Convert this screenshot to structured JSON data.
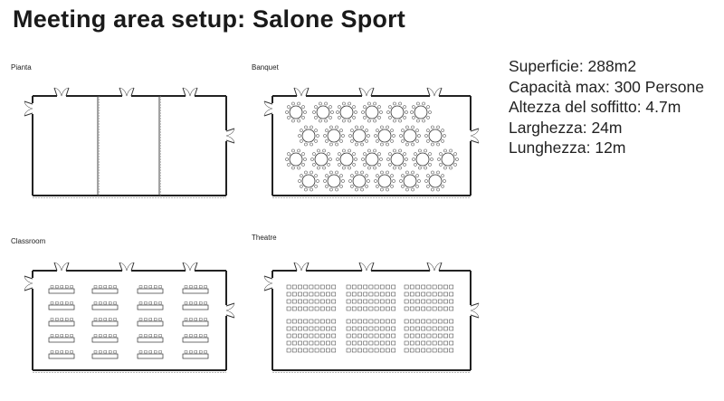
{
  "title": "Meeting area setup: Salone Sport",
  "plans": [
    {
      "key": "pianta",
      "label": "Pianta"
    },
    {
      "key": "banquet",
      "label": "Banquet"
    },
    {
      "key": "classroom",
      "label": "Classroom"
    },
    {
      "key": "theatre",
      "label": "Theatre"
    }
  ],
  "specs": [
    "Superficie: 288m2",
    "Capacità max: 300 Persone",
    "Altezza del soffitto: 4.7m",
    "Larghezza: 24m",
    "Lunghezza: 12m"
  ]
}
